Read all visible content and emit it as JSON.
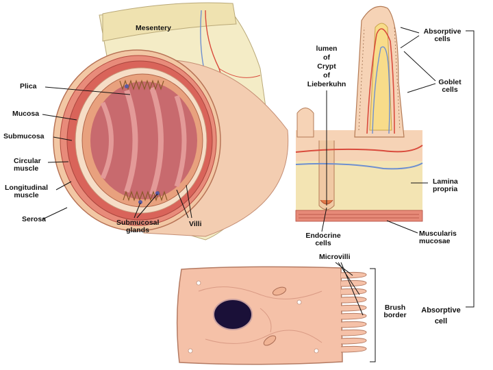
{
  "labels": {
    "mesentery": "Mesentery",
    "plica": "Plica",
    "mucosa": "Mucosa",
    "submucosa": "Submucosa",
    "circular_muscle": "Circular\nmuscle",
    "longitudinal_muscle": "Longitudinal\nmuscle",
    "serosa": "Serosa",
    "submucosal_glands": "Submucosal\nglands",
    "villi": "Villi",
    "lumen_crypt": "lumen\nof\nCrypt\nof\nLieberkuhn",
    "absorptive_cells": "Absorptive\ncells",
    "goblet_cells": "Goblet\ncells",
    "lamina_propria": "Lamina\npropria",
    "endocrine_cells": "Endocrine\ncells",
    "muscularis_mucosae": "Muscularis\nmucosae",
    "microvilli": "Microvilli",
    "brush_border": "Brush\nborder",
    "absorptive_cell": "Absorptive\ncell"
  },
  "colors": {
    "flesh": "#f2c7a4",
    "muscle": "#d9645a",
    "lumen": "#c86a6e",
    "cell_fill": "#f5c1a8",
    "nucleus": "#1a1038",
    "lamina": "#f3e4b3",
    "vessel_red": "#d94a3c",
    "vessel_blue": "#6e8fd0",
    "mesentery": "#f4ecc6"
  }
}
